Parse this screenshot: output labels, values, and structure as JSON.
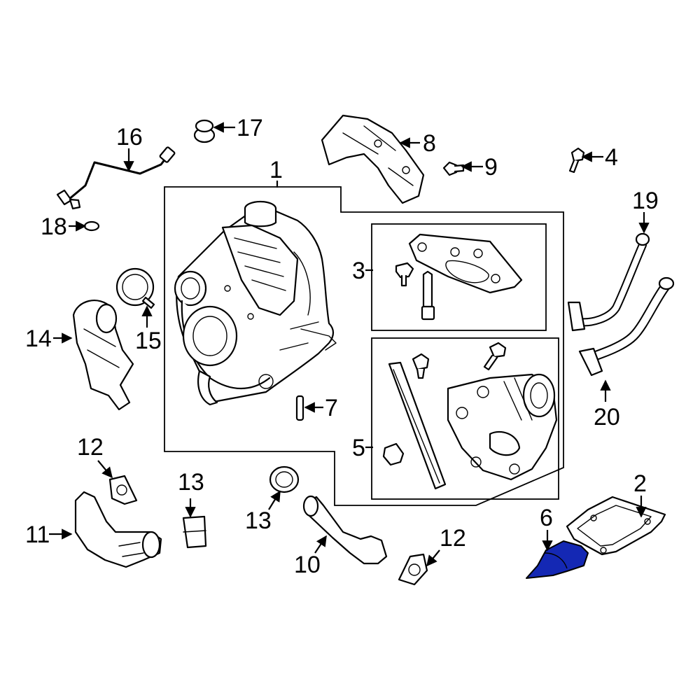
{
  "callouts": {
    "c1": "1",
    "c2": "2",
    "c3": "3",
    "c4": "4",
    "c5": "5",
    "c6": "6",
    "c7": "7",
    "c8": "8",
    "c9": "9",
    "c10": "10",
    "c11": "11",
    "c12a": "12",
    "c12b": "12",
    "c13a": "13",
    "c13b": "13",
    "c14": "14",
    "c15": "15",
    "c16": "16",
    "c17": "17",
    "c18": "18",
    "c19": "19",
    "c20": "20"
  },
  "colors": {
    "highlight": "#1428b4",
    "line": "#000000",
    "background": "#ffffff"
  },
  "highlighted_part": "6"
}
